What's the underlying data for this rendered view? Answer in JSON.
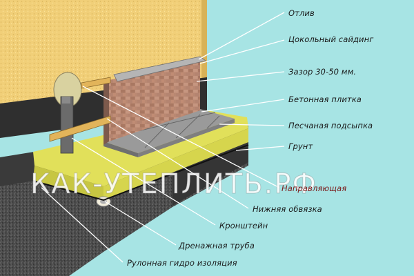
{
  "labels": {
    "otliv": "Отлив",
    "siding": "Цокольный сайдинг",
    "gap": "Зазор 30-50 мм.",
    "tile": "Бетонная плитка",
    "sand": "Песчаная подсыпка",
    "ground": "Грунт",
    "guide": "Направляющая",
    "lower_frame": "Нижняя обвязка",
    "bracket": "Кронштейн",
    "drain": "Дренажная труба",
    "roll_insulation": "Рулонная гидро изоляция"
  },
  "watermark": "КАК-УТЕПЛИТЬ.РФ",
  "colors": {
    "background": "#a7e4e4",
    "wall": "#f1cf78",
    "soil": "#3a3a3a",
    "insulation": "#e3e25a",
    "brick_siding": "#b58068",
    "tile": "#9a9a9a"
  }
}
